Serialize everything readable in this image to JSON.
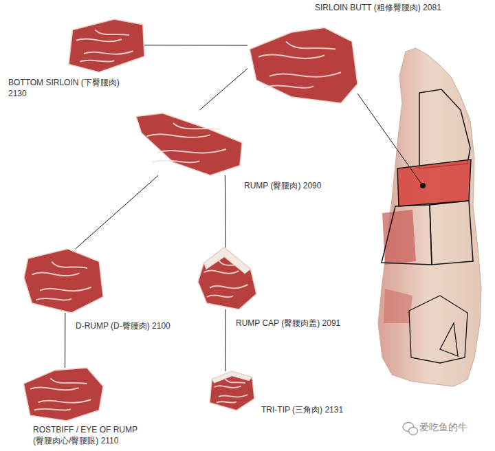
{
  "diagram": {
    "nodes": [
      {
        "text": [
          "SIRLOIN BUTT (粗修臀腰肉) 2081"
        ]
      },
      {
        "text": [
          "BOTTOM SIRLOIN (下臀腰肉) 2130"
        ]
      },
      {
        "text": [
          "RUMP (臀腰肉) 2090"
        ]
      },
      {
        "text": [
          "D-RUMP (D-臀腰肉) 2100"
        ]
      },
      {
        "text": [
          "RUMP CAP (臀腰肉盖) 2091"
        ]
      },
      {
        "text": [
          "ROSTBIFF / EYE OF RUMP (臀腰肉心/臀腰眼) 2110"
        ]
      },
      {
        "text": [
          "TRI-TIP (三角肉) 2131"
        ]
      }
    ],
    "edges": [
      {
        "from": 0,
        "to": 1,
        "arrow": "none"
      },
      {
        "from": 0,
        "to": 2,
        "arrow": "none"
      },
      {
        "from": 2,
        "to": 3,
        "arrow": "none"
      },
      {
        "from": 2,
        "to": 4,
        "arrow": "none"
      },
      {
        "from": 3,
        "to": 5,
        "arrow": "none"
      },
      {
        "from": 4,
        "to": 6,
        "arrow": "none"
      }
    ],
    "labels": [
      "爱吃鱼的牛"
    ]
  }
}
